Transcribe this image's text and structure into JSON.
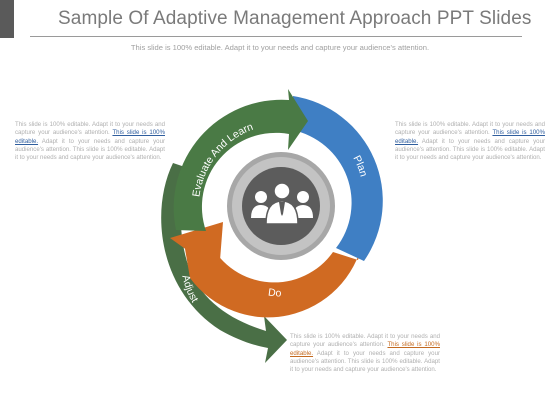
{
  "header": {
    "title": "Sample Of Adaptive Management Approach PPT Slides",
    "subtitle": "This slide is 100% editable. Adapt it to your needs and capture your audience's attention."
  },
  "cycle": {
    "stages": [
      {
        "label": "Evaluate And Learn",
        "color": "#4a7a45"
      },
      {
        "label": "Plan",
        "color": "#3f7fc4"
      },
      {
        "label": "Do",
        "color": "#d06a22"
      },
      {
        "label": "Adjust",
        "color": "#4a6f46"
      }
    ],
    "center_icon": "people-group-icon"
  },
  "notes": {
    "left": {
      "text_before": "This slide is 100% editable. Adapt it to your needs and capture your audience's attention.",
      "highlight": "This slide is 100% editable.",
      "text_after": "Adapt it to your needs and capture your audience's attention. This slide is 100% editable. Adapt it to your needs and capture your audience's attention."
    },
    "right": {
      "text_before": "This slide is 100% editable. Adapt it to your needs and capture your audience's attention.",
      "highlight": "This slide is 100% editable.",
      "text_after": "Adapt it to your needs and capture your audience's attention. This slide is 100% editable. Adapt it to your needs and capture your audience's attention."
    },
    "bottom": {
      "text_before": "This slide is 100% editable. Adapt it to your needs and capture your audience's attention.",
      "highlight": "This slide is 100% editable.",
      "text_after": "Adapt it to your needs and capture your audience's attention. This slide is 100% editable. Adapt it to your needs and capture your audience's attention."
    }
  }
}
